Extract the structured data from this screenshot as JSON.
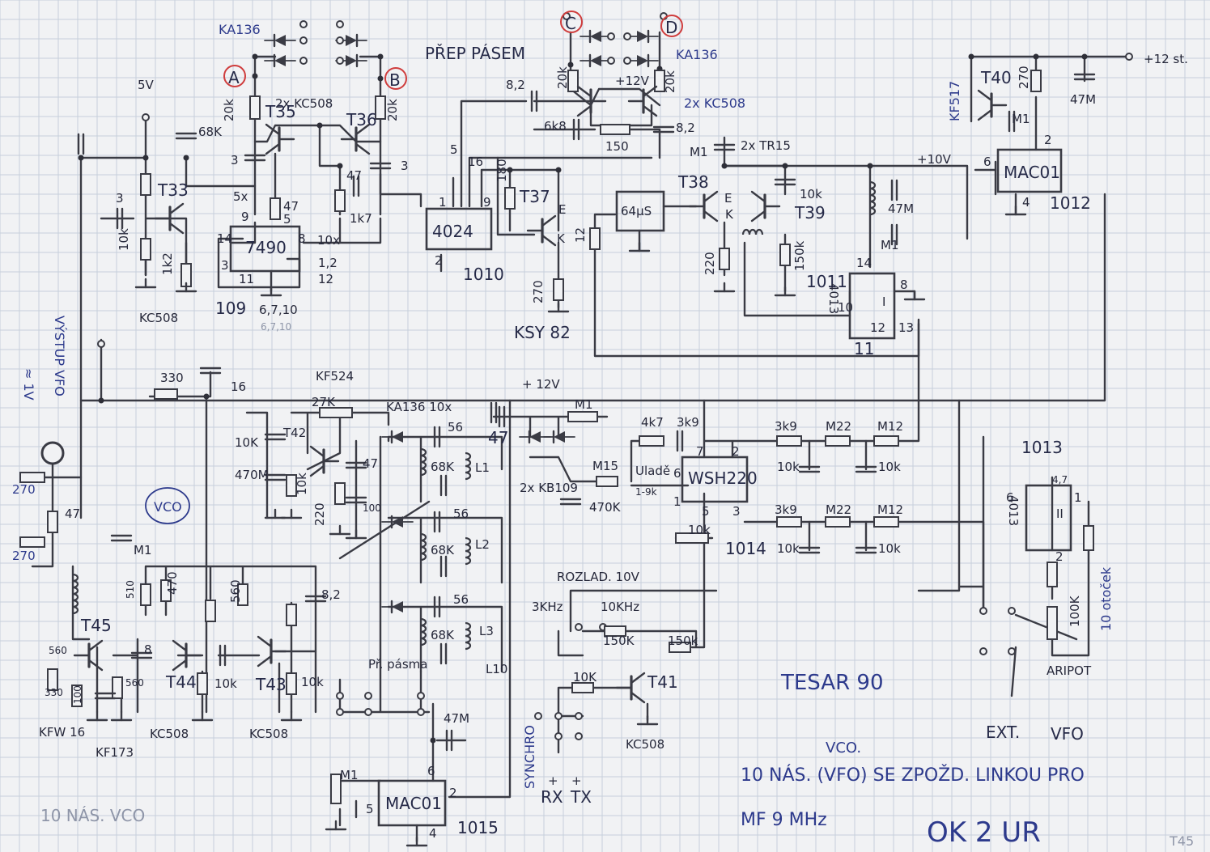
{
  "labels": {
    "tr": {
      "t33": "T33",
      "t35": "T35",
      "t36": "T36",
      "t37": "T37",
      "t38": "T38",
      "t39": "T39",
      "t40": "T40",
      "t41": "T41",
      "t42": "T42",
      "t43": "T43",
      "t44": "T44",
      "t45": "T45"
    },
    "ic": {
      "ic7490": "7490",
      "ic4024": "4024",
      "ic64": "64µS",
      "ic4013a": "4013",
      "ic4013a_pin": "I",
      "mac01a": "MAC01",
      "wsh220": "WSH220",
      "ic4013b": "4013",
      "ic4013b_pin": "II",
      "mac01b": "MAC01"
    },
    "node": {
      "a": "A",
      "b": "B",
      "c": "C",
      "d": "D"
    },
    "ka136_1": "KA136",
    "ka136_2": "KA136",
    "ka136_3": "KA136 10x",
    "prep": "PŘEP PÁSEM",
    "kc508_pair1": "2x KC508",
    "kc508_pair2": "2x KC508",
    "v5": "5V",
    "v12a": "+12V",
    "v12b": "+ 12V",
    "v12c": "+12 st.",
    "v10a": "+10V",
    "r68k": "68K",
    "r10k_a": "10k",
    "r1k2": "1k2",
    "c3a": "3",
    "c3b": "3",
    "c3c": "3",
    "r20k_a": "20k",
    "r20k_b": "20k",
    "r20k_c": "20k",
    "r20k_d": "20k",
    "n5x": "5x",
    "n47": "47",
    "n1k7": "1k7",
    "n47b": "47",
    "n10x": "10x",
    "n12a": "1,2",
    "n12b": "12",
    "p9": "9",
    "p5": "5",
    "p14": "14",
    "p3": "3",
    "p11": "11",
    "p8": "8",
    "kc508_t33": "KC508",
    "ref109": "109",
    "ref6710": "6,7,10",
    "ref6710b": "6,7,10",
    "c82a": "8,2",
    "r6k8": "6k8",
    "r150": "150",
    "c82b": "8,2",
    "tr15": "2x TR15",
    "m1a": "M1",
    "r10k_b": "10k",
    "p5b": "5",
    "p16": "16",
    "p1": "1",
    "p9b": "9",
    "p2": "2",
    "ref1010": "1010",
    "r180": "180",
    "e1": "E",
    "k1": "K",
    "r12": "12",
    "r270a": "270",
    "ksy82": "KSY 82",
    "e2": "E",
    "k2": "K",
    "r220": "220",
    "r150k": "150k",
    "ref1011": "1011",
    "c47m": "47M",
    "m1b": "M1",
    "p14b": "14",
    "p8b": "8",
    "p10": "10",
    "p12": "12",
    "p13": "13",
    "p11b": "11",
    "kf517": "KF517",
    "r270b": "270",
    "m1c": "M1",
    "c47mb": "47M",
    "p6": "6",
    "p2b": "2",
    "p4": "4",
    "ref1012": "1012",
    "vystup": "VÝSTUP VFO",
    "approx1v": "≈ 1V",
    "r270c": "270",
    "r47": "47",
    "r270d": "270",
    "vco": "VCO",
    "r330": "330",
    "c16": "16",
    "kf524": "KF524",
    "r27k": "27K",
    "r10k_c": "10K",
    "c470m": "470M",
    "r10k_d": "10k",
    "r220b": "220",
    "c47": "47",
    "c100": "100",
    "c56a": "56",
    "c68ka": "68K",
    "l1": "L1",
    "c56b": "56",
    "c68kb": "68K",
    "l2": "L2",
    "c56c": "56",
    "c68kc": "68K",
    "l3": "L3",
    "l10": "L10",
    "c47b": "47",
    "m1d": "M1",
    "kb109": "2x KB109",
    "m15": "M15",
    "c470k": "470K",
    "r4k7": "4k7",
    "r3k9a": "3k9",
    "uladeni": "Uladě",
    "r19k": "1-9k",
    "p7": "7",
    "p2c": "2",
    "p6b": "6",
    "p1b": "1",
    "p5c": "5",
    "p3b": "3",
    "r10k_e": "10k",
    "ref1014": "1014",
    "r3k9b": "3k9",
    "m22a": "M22",
    "m12a": "M12",
    "c10ka": "10k",
    "c10kb": "10k",
    "r3k9c": "3k9",
    "m22b": "M22",
    "m12b": "M12",
    "c10kc": "10k",
    "c10kd": "10k",
    "ref1013": "1013",
    "c4k7": "4,7",
    "p6c": "6",
    "p1c": "1",
    "p2d": "2",
    "r100k": "100K",
    "otocek": "10 otoček",
    "aripot": "ARIPOT",
    "m1e": "M1",
    "r510": "510",
    "r470": "470",
    "c8": "8",
    "r560": "560",
    "r10k_f": "10k",
    "r10k_g": "10k",
    "c82c": "8,2",
    "r560b": "560",
    "c330": "330",
    "r100": "100",
    "c560": "560",
    "kfw16": "KFW 16",
    "kf173": "KF173",
    "kc508_t44": "KC508",
    "kc508_t43": "KC508",
    "prep_pasma": "Př. pásma",
    "c47mc": "47M",
    "m1f": "M1",
    "p6d": "6",
    "p5d": "5",
    "p2e": "2",
    "p4b": "4",
    "ref1015": "1015",
    "rozlad": "ROZLAD. 10V",
    "f3k": "3KHz",
    "f10k": "10KHz",
    "r150kb": "150K",
    "r150kc": "150k",
    "r10k_h": "10K",
    "kc508_t41": "KC508",
    "synchro": "SYNCHRO",
    "rx": "RX",
    "tx": "TX",
    "plus1": "+",
    "plus2": "+",
    "ext": "EXT.",
    "vfo": "VFO",
    "tesar": "TESAR 90",
    "note1": "10 NÁS. (VFO) SE ZPOŽD. LINKOU PRO",
    "note_vco": "VCO.",
    "note2": "MF 9 MHz",
    "ok2ur": "OK 2 UR",
    "bottom_left": "10 NÁS. VCO",
    "corner": "T45"
  },
  "colors": {
    "ink": "#3a3b44",
    "blue_ink": "#2d3a8c",
    "grid": "#c6cfdb",
    "paper": "#f1f2f4",
    "circle_red": "#cf3c3c"
  }
}
